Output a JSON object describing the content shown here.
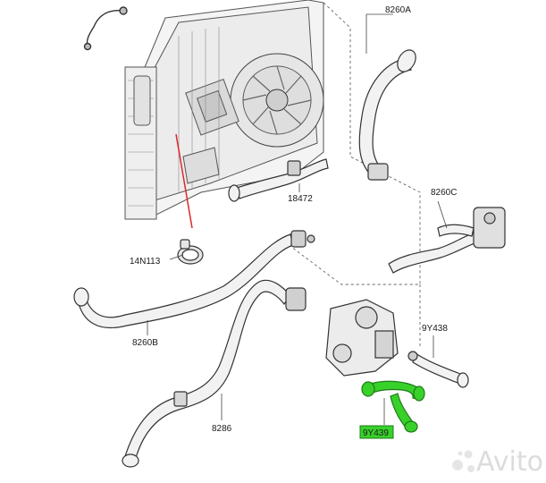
{
  "diagram": {
    "parts": [
      {
        "id": "8260A",
        "label": "8260A"
      },
      {
        "id": "18472",
        "label": "18472"
      },
      {
        "id": "8260C",
        "label": "8260C"
      },
      {
        "id": "14N113",
        "label": "14N113"
      },
      {
        "id": "8260B",
        "label": "8260B"
      },
      {
        "id": "9Y438",
        "label": "9Y438"
      },
      {
        "id": "8286",
        "label": "8286"
      },
      {
        "id": "9Y439",
        "label": "9Y439",
        "highlighted": true
      }
    ],
    "highlight_color": "#38d12a",
    "red_line_color": "#e0262a"
  },
  "watermark": {
    "brand": "Avito",
    "icon": "avito-dots-icon"
  }
}
